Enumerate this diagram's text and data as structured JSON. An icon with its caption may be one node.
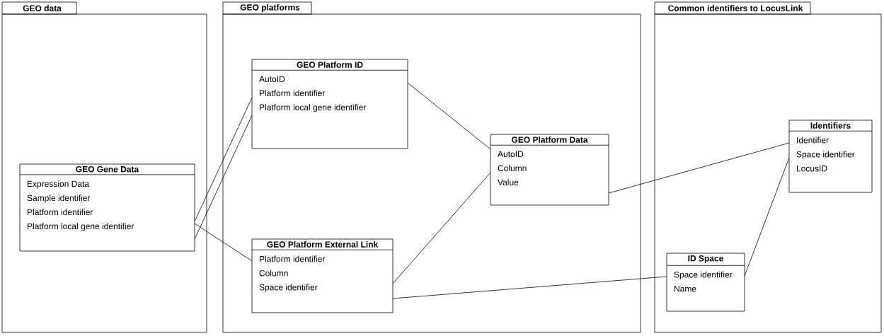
{
  "diagram": {
    "nodes": [
      {
        "text": [
          "GEO data"
        ]
      },
      {
        "text": [
          "GEO Gene Data",
          "Expression Data",
          "Sample identifier",
          "Platform identifier",
          "Platform local gene identifier"
        ],
        "in": 0
      },
      {
        "text": [
          "GEO platforms"
        ]
      },
      {
        "text": [
          "GEO Platform ID",
          "AutoID",
          "Platform identifier",
          "Platform local gene identifier"
        ],
        "in": 2
      },
      {
        "text": [
          "GEO Platform External Link",
          "Platform identifier",
          "Column",
          "Space identifier"
        ],
        "in": 2
      },
      {
        "text": [
          "GEO Platform Data",
          "AutoID",
          "Column",
          "Value"
        ],
        "in": 2
      },
      {
        "text": [
          "Common identifiers to LocusLink"
        ]
      },
      {
        "text": [
          "Identifiers",
          "Identifier",
          "Space identifier",
          "LocusID"
        ],
        "in": 6
      },
      {
        "text": [
          "ID Space",
          "Space identifier",
          "Name"
        ],
        "in": 6
      }
    ],
    "edges": [
      {
        "from": 1,
        "to": 3,
        "arrow": "none"
      },
      {
        "from": 1,
        "to": 3,
        "arrow": "none"
      },
      {
        "from": 1,
        "to": 4,
        "arrow": "none"
      },
      {
        "from": 3,
        "to": 5,
        "arrow": "none"
      },
      {
        "from": 4,
        "to": 5,
        "arrow": "none"
      },
      {
        "from": 5,
        "to": 7,
        "arrow": "none"
      },
      {
        "from": 4,
        "to": 8,
        "arrow": "none"
      },
      {
        "from": 8,
        "to": 7,
        "arrow": "none"
      }
    ]
  }
}
